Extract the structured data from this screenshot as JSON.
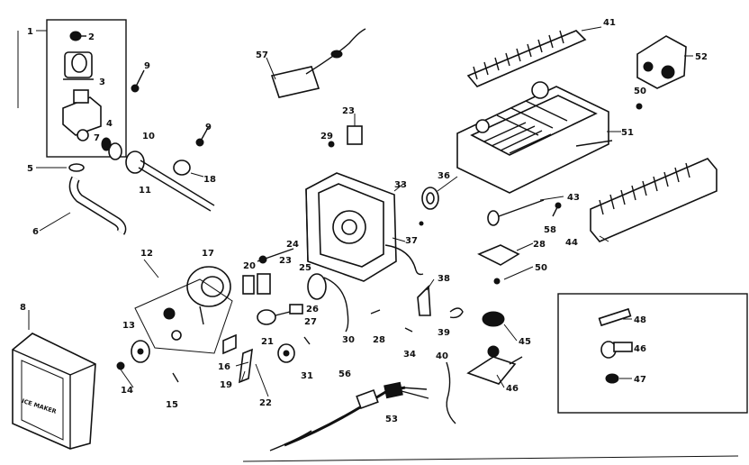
{
  "diagram": {
    "callouts": [
      "1",
      "2",
      "3",
      "4",
      "5",
      "6",
      "7",
      "8",
      "9",
      "9",
      "10",
      "11",
      "12",
      "13",
      "14",
      "15",
      "16",
      "17",
      "18",
      "19",
      "20",
      "21",
      "22",
      "23",
      "23",
      "24",
      "25",
      "26",
      "27",
      "28",
      "28",
      "29",
      "30",
      "31",
      "33",
      "34",
      "36",
      "37",
      "38",
      "39",
      "40",
      "41",
      "43",
      "44",
      "45",
      "46",
      "47",
      "48",
      "50",
      "50",
      "51",
      "52",
      "53",
      "56",
      "57",
      "58"
    ],
    "module_text": "ICE MAKER"
  },
  "colors": {
    "ink": "#111111",
    "paper": "#ffffff"
  }
}
